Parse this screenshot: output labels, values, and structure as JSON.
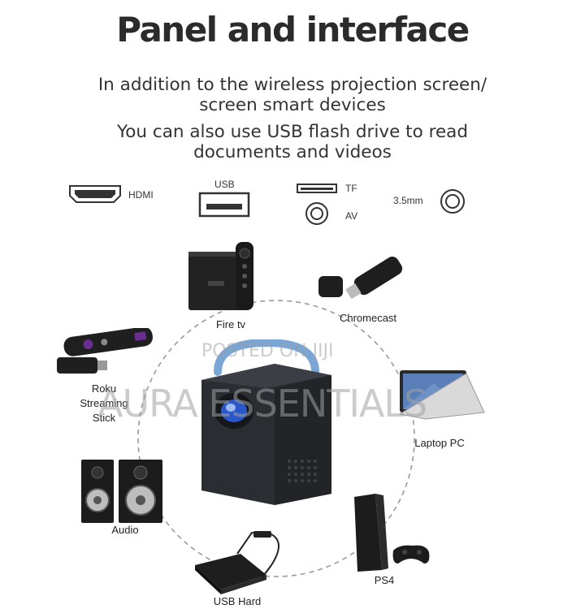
{
  "title": "Panel and interface",
  "description": {
    "line1": "In addition to the wireless projection screen/",
    "line2": "screen smart devices",
    "line3": "You can also use USB flash drive to read",
    "line4": "documents and videos"
  },
  "ports": {
    "hdmi": "HDMI",
    "usb": "USB",
    "tf": "TF",
    "av": "AV",
    "audio": "3.5mm"
  },
  "devices": {
    "fire_tv": "Fire tv",
    "chromecast": "Chromecast",
    "roku_line1": "Roku",
    "roku_line2": "Streaming",
    "roku_line3": "Stick",
    "laptop": "Laptop PC",
    "audio": "Audio",
    "usb_hard": "USB Hard",
    "ps4": "PS4"
  },
  "watermark": {
    "line1": "POSTED ON JIJI",
    "line2": "AURA ESSENTIALS"
  },
  "colors": {
    "projector": "#2a2d31",
    "handle": "#7aa6d6",
    "lens": "#2b57c9",
    "dashed_circle": "#9a9a9a"
  }
}
